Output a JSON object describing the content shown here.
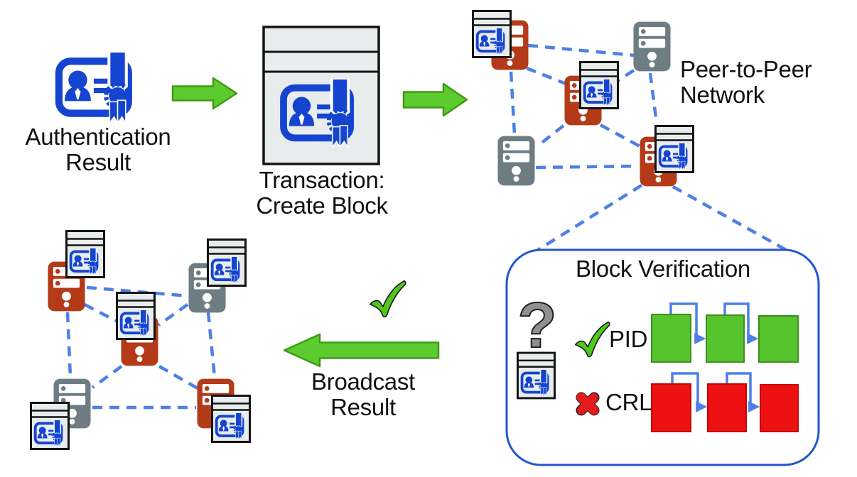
{
  "labels": {
    "authentication_result": "Authentication\nResult",
    "transaction": "Transaction:\nCreate Block",
    "p2p_network": "Peer-to-Peer\nNetwork",
    "broadcast_result": "Broadcast\nResult",
    "block_verification": "Block Verification",
    "pid": "PID",
    "crl": "CRL",
    "question_mark": "?"
  },
  "colors": {
    "certificate_blue": "#1545d0",
    "server_orange": "#b43a18",
    "server_gray": "#6e7d83",
    "link_blue": "#4d80e6",
    "arrow_green": "#5ccb2f",
    "valid_block_green": "#56c42c",
    "invalid_block_red": "#ee1111",
    "verification_border_blue": "#2256d0",
    "block_background": "#e9eced",
    "text_black": "#111111",
    "question_mark_gray": "#8f8f8f"
  },
  "verification": {
    "pid_marker": "check",
    "crl_marker": "cross",
    "pid_chain_blocks": 3,
    "crl_chain_blocks": 3
  },
  "networks": {
    "peer_to_peer": {
      "server_count": 5,
      "servers_with_block": 3,
      "orange_servers": 3,
      "gray_servers": 2
    },
    "broadcast_result": {
      "server_count": 5,
      "servers_with_block": 5,
      "orange_servers": 3,
      "gray_servers": 2
    }
  }
}
